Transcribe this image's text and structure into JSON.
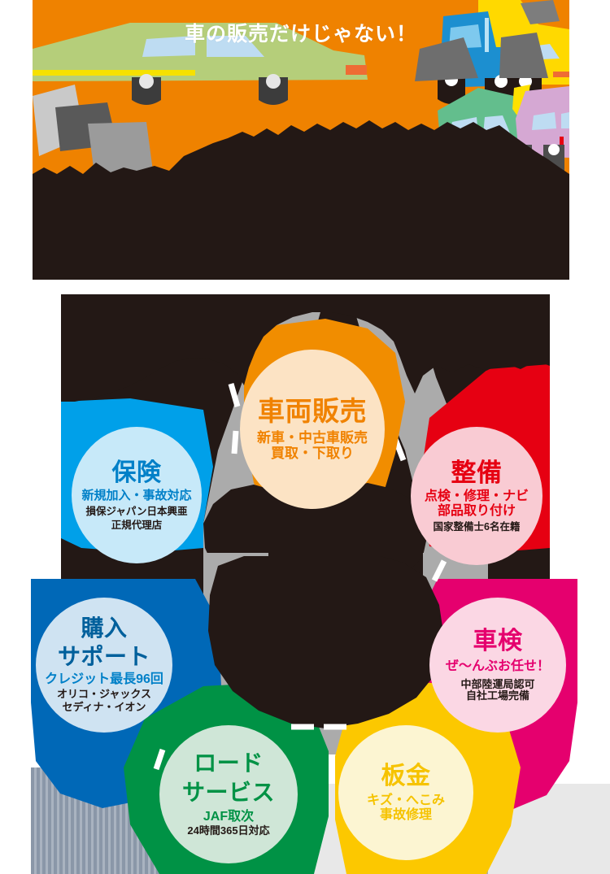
{
  "hero": {
    "headline": "車の販売だけじゃない！",
    "background_color": "#EF8200",
    "headline_color": "#FFFFFF",
    "illustrations": [
      {
        "name": "green-sedan-car",
        "color": "#B5CE7A"
      },
      {
        "name": "blue-truck",
        "color": "#1C8FD0"
      },
      {
        "name": "yellow-excavator",
        "color": "#FFD900"
      },
      {
        "name": "yellow-compact-car",
        "color": "#FFD900"
      },
      {
        "name": "green-wagon-car",
        "color": "#63BE8D"
      },
      {
        "name": "purple-car",
        "color": "#D5A8D3"
      }
    ]
  },
  "map": {
    "background_color": "#231815",
    "road_color": "#A9A9A9",
    "road_dash_color": "#FFFFFF",
    "bottom_band_color": "#E8E8E8"
  },
  "services": [
    {
      "id": "vehicle-sales",
      "title": "車両販売",
      "sub1": "新車・中古車販売",
      "sub2": "買取・下取り",
      "note1": "",
      "note2": "",
      "block_color": "#F18D00",
      "bubble_color": "#FCE3C4",
      "text_color": "#F08200"
    },
    {
      "id": "insurance",
      "title": "保険",
      "sub1": "新規加入・事故対応",
      "sub2": "",
      "note1": "損保ジャパン日本興亜",
      "note2": "正規代理店",
      "block_color": "#00A0E9",
      "bubble_color": "#C7E9F9",
      "text_color": "#0080C8"
    },
    {
      "id": "maintenance",
      "title": "整備",
      "sub1": "点検・修理・ナビ",
      "sub2": "部品取り付け",
      "note1": "国家整備士6名在籍",
      "note2": "",
      "block_color": "#E60012",
      "bubble_color": "#F9CBD3",
      "text_color": "#E60012"
    },
    {
      "id": "purchase-support",
      "title_line1": "購入",
      "title_line2": "サポート",
      "sub1": "クレジット最長96回",
      "note1": "オリコ・ジャックス",
      "note2": "セディナ・イオン",
      "block_color": "#0068B7",
      "bubble_color": "#CFE3F2",
      "text_color": "#00609C"
    },
    {
      "id": "vehicle-inspection",
      "title": "車検",
      "sub1": "ぜ〜んぶお任せ！",
      "note1": "中部陸運局認可",
      "note2": "自社工場完備",
      "block_color": "#E5006E",
      "bubble_color": "#FBD7E4",
      "text_color": "#E5006E"
    },
    {
      "id": "road-service",
      "title_line1": "ロード",
      "title_line2": "サービス",
      "sub1": "JAF取次",
      "note1": "24時間365日対応",
      "note2": "",
      "block_color": "#009245",
      "bubble_color": "#CFE6D7",
      "text_color": "#009245"
    },
    {
      "id": "body-repair",
      "title": "板金",
      "sub1": "キズ・へこみ",
      "sub2": "事故修理",
      "note1": "",
      "note2": "",
      "block_color": "#FCC800",
      "bubble_color": "#FCF5D2",
      "text_color": "#F6C300"
    }
  ]
}
